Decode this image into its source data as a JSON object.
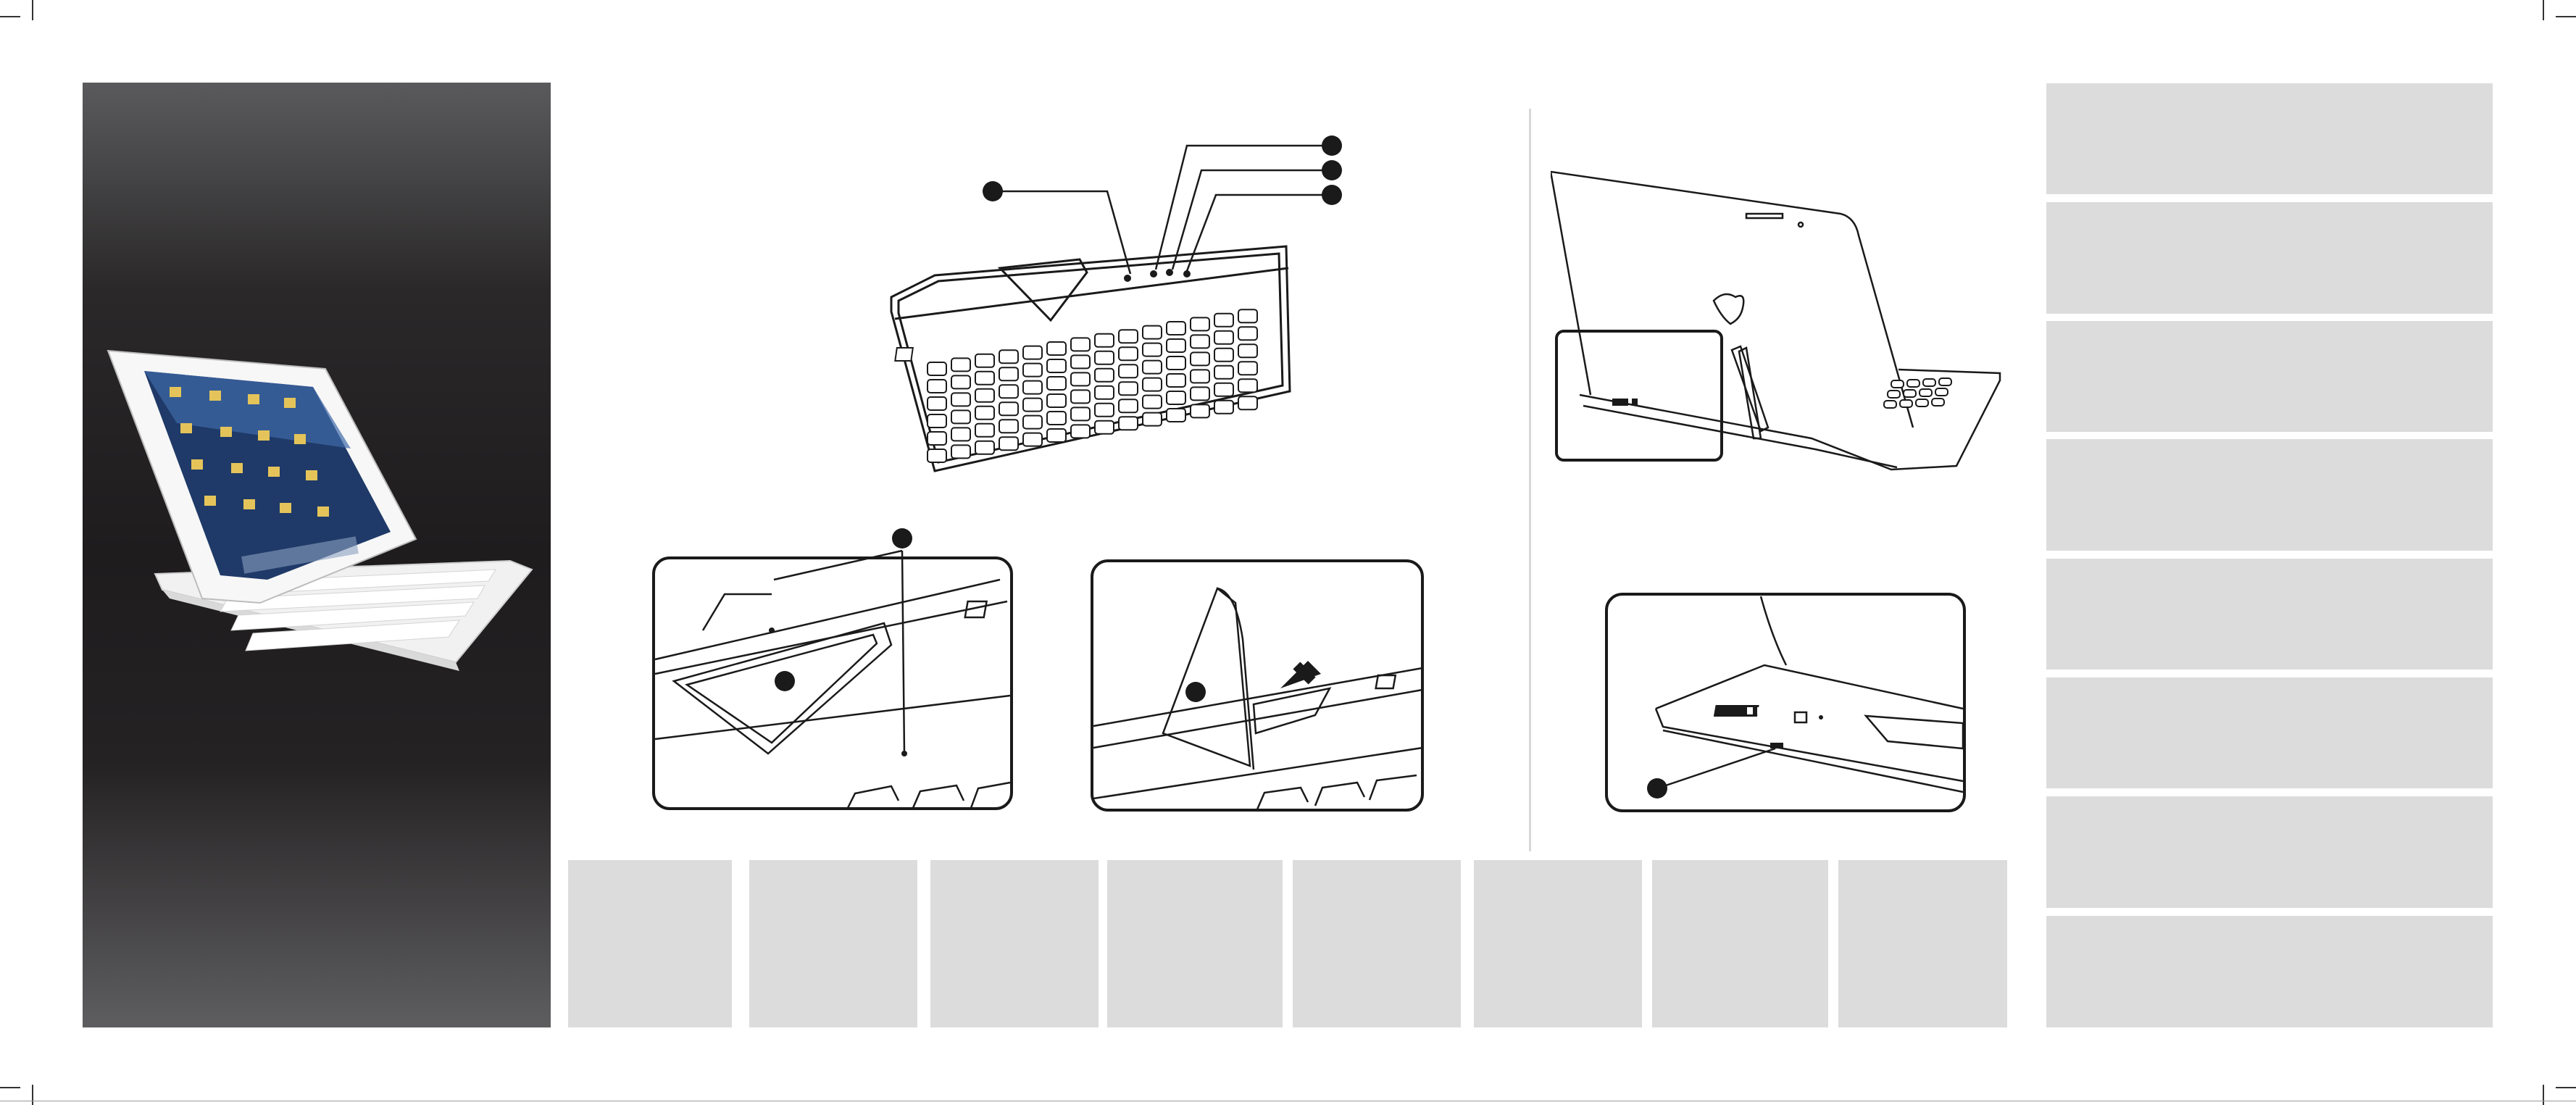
{
  "document": {
    "title": "",
    "colors": {
      "background": "#ffffff",
      "panel_gray": "#dcdcdc",
      "photo_background_dark": "#1e1c1d",
      "line_art": "#1a1a1a",
      "callout_dot": "#1a1a1a"
    },
    "panels": {
      "cover_photo": {
        "subject": "tablet-on-white-keyboard-case"
      },
      "right_column_boxes": 8,
      "bottom_row_boxes": 8
    },
    "illustrations": [
      {
        "name": "keyboard-overview",
        "callouts": 4
      },
      {
        "name": "magnet-area-detail",
        "callouts": 2
      },
      {
        "name": "stand-detail",
        "callouts": 1
      },
      {
        "name": "tablet-on-keyboard",
        "callouts": 0
      },
      {
        "name": "charging-port-detail",
        "callouts": 1
      }
    ]
  }
}
